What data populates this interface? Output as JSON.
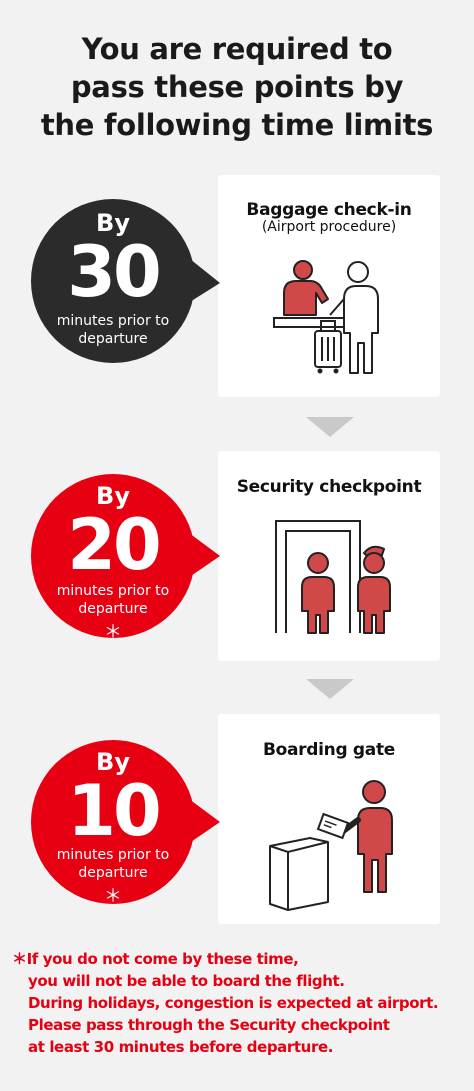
{
  "title": {
    "line1": "You are required to",
    "line2": "pass these points by",
    "line3": "the following time limits"
  },
  "steps": [
    {
      "by": "By",
      "minutes": "30",
      "label_line1": "minutes prior to",
      "label_line2": "departure",
      "star": "",
      "bubble_color": "#2b2b2b",
      "card_title": "Baggage check-in",
      "card_subtitle": "(Airport procedure)",
      "icon": "baggage-check-in-icon"
    },
    {
      "by": "By",
      "minutes": "20",
      "label_line1": "minutes prior to",
      "label_line2": "departure",
      "star": "＊",
      "bubble_color": "#e60012",
      "card_title": "Security checkpoint",
      "card_subtitle": "",
      "icon": "security-gate-icon"
    },
    {
      "by": "By",
      "minutes": "10",
      "label_line1": "minutes prior to",
      "label_line2": "departure",
      "star": "＊",
      "bubble_color": "#e60012",
      "card_title": "Boarding gate",
      "card_subtitle": "",
      "icon": "boarding-gate-icon"
    }
  ],
  "note": {
    "line1": "＊If you do not come by these time,",
    "line2": "you will not be able to board the flight.",
    "line3": "During holidays, congestion is expected at airport.",
    "line4": "Please pass through the Security checkpoint",
    "line5": "at least 30 minutes before departure."
  },
  "colors": {
    "accent_red": "#e60012",
    "dark": "#2b2b2b",
    "icon_red": "#d04848",
    "background": "#f2f2f2"
  }
}
